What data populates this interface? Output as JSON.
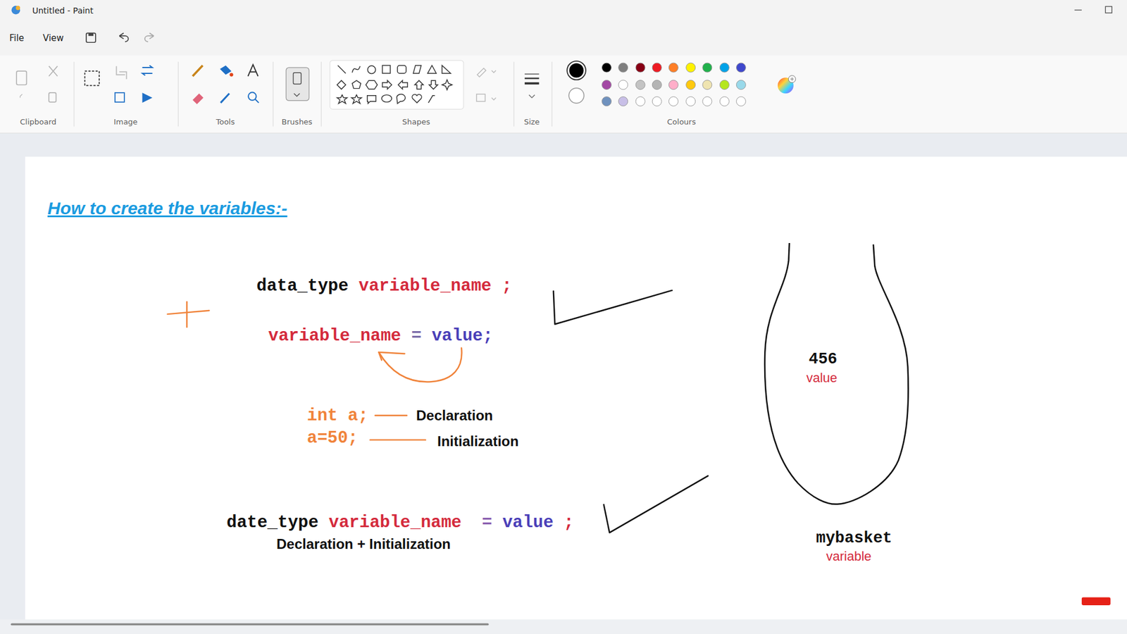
{
  "diagram": {
    "title": "How to create the variables:-",
    "nodes": [
      {
        "text": [
          "456",
          "value",
          "mybasket",
          "variable"
        ]
      }
    ],
    "labels": [
      "Untitled - Paint",
      "File",
      "View",
      "Clipboard",
      "Image",
      "Tools",
      "Brushes",
      "Shapes",
      "Size",
      "Colours",
      "data_type",
      "variable_name",
      ";",
      "variable_name",
      "=",
      "value;",
      "int a;",
      "Declaration",
      "a=50;",
      "Initialization",
      "date_type",
      "variable_name",
      "=",
      "value",
      ";",
      "Declaration + Initialization"
    ]
  }
}
